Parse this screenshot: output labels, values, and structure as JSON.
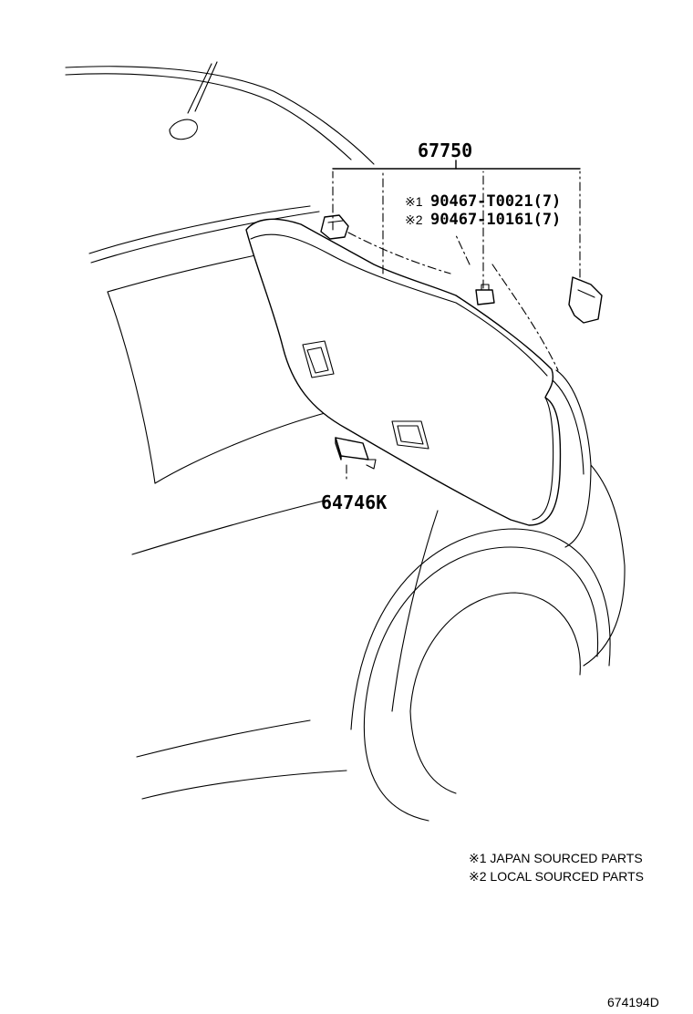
{
  "parts": {
    "main_panel": "67750",
    "clip_japan_mark": "※1",
    "clip_japan": "90467-T0021(7)",
    "clip_local_mark": "※2",
    "clip_local": "90467-10161(7)",
    "cover": "64746K"
  },
  "legend": {
    "japan": "※1 JAPAN SOURCED PARTS",
    "local": "※2 LOCAL SOURCED PARTS"
  },
  "drawing_id": "674194D"
}
